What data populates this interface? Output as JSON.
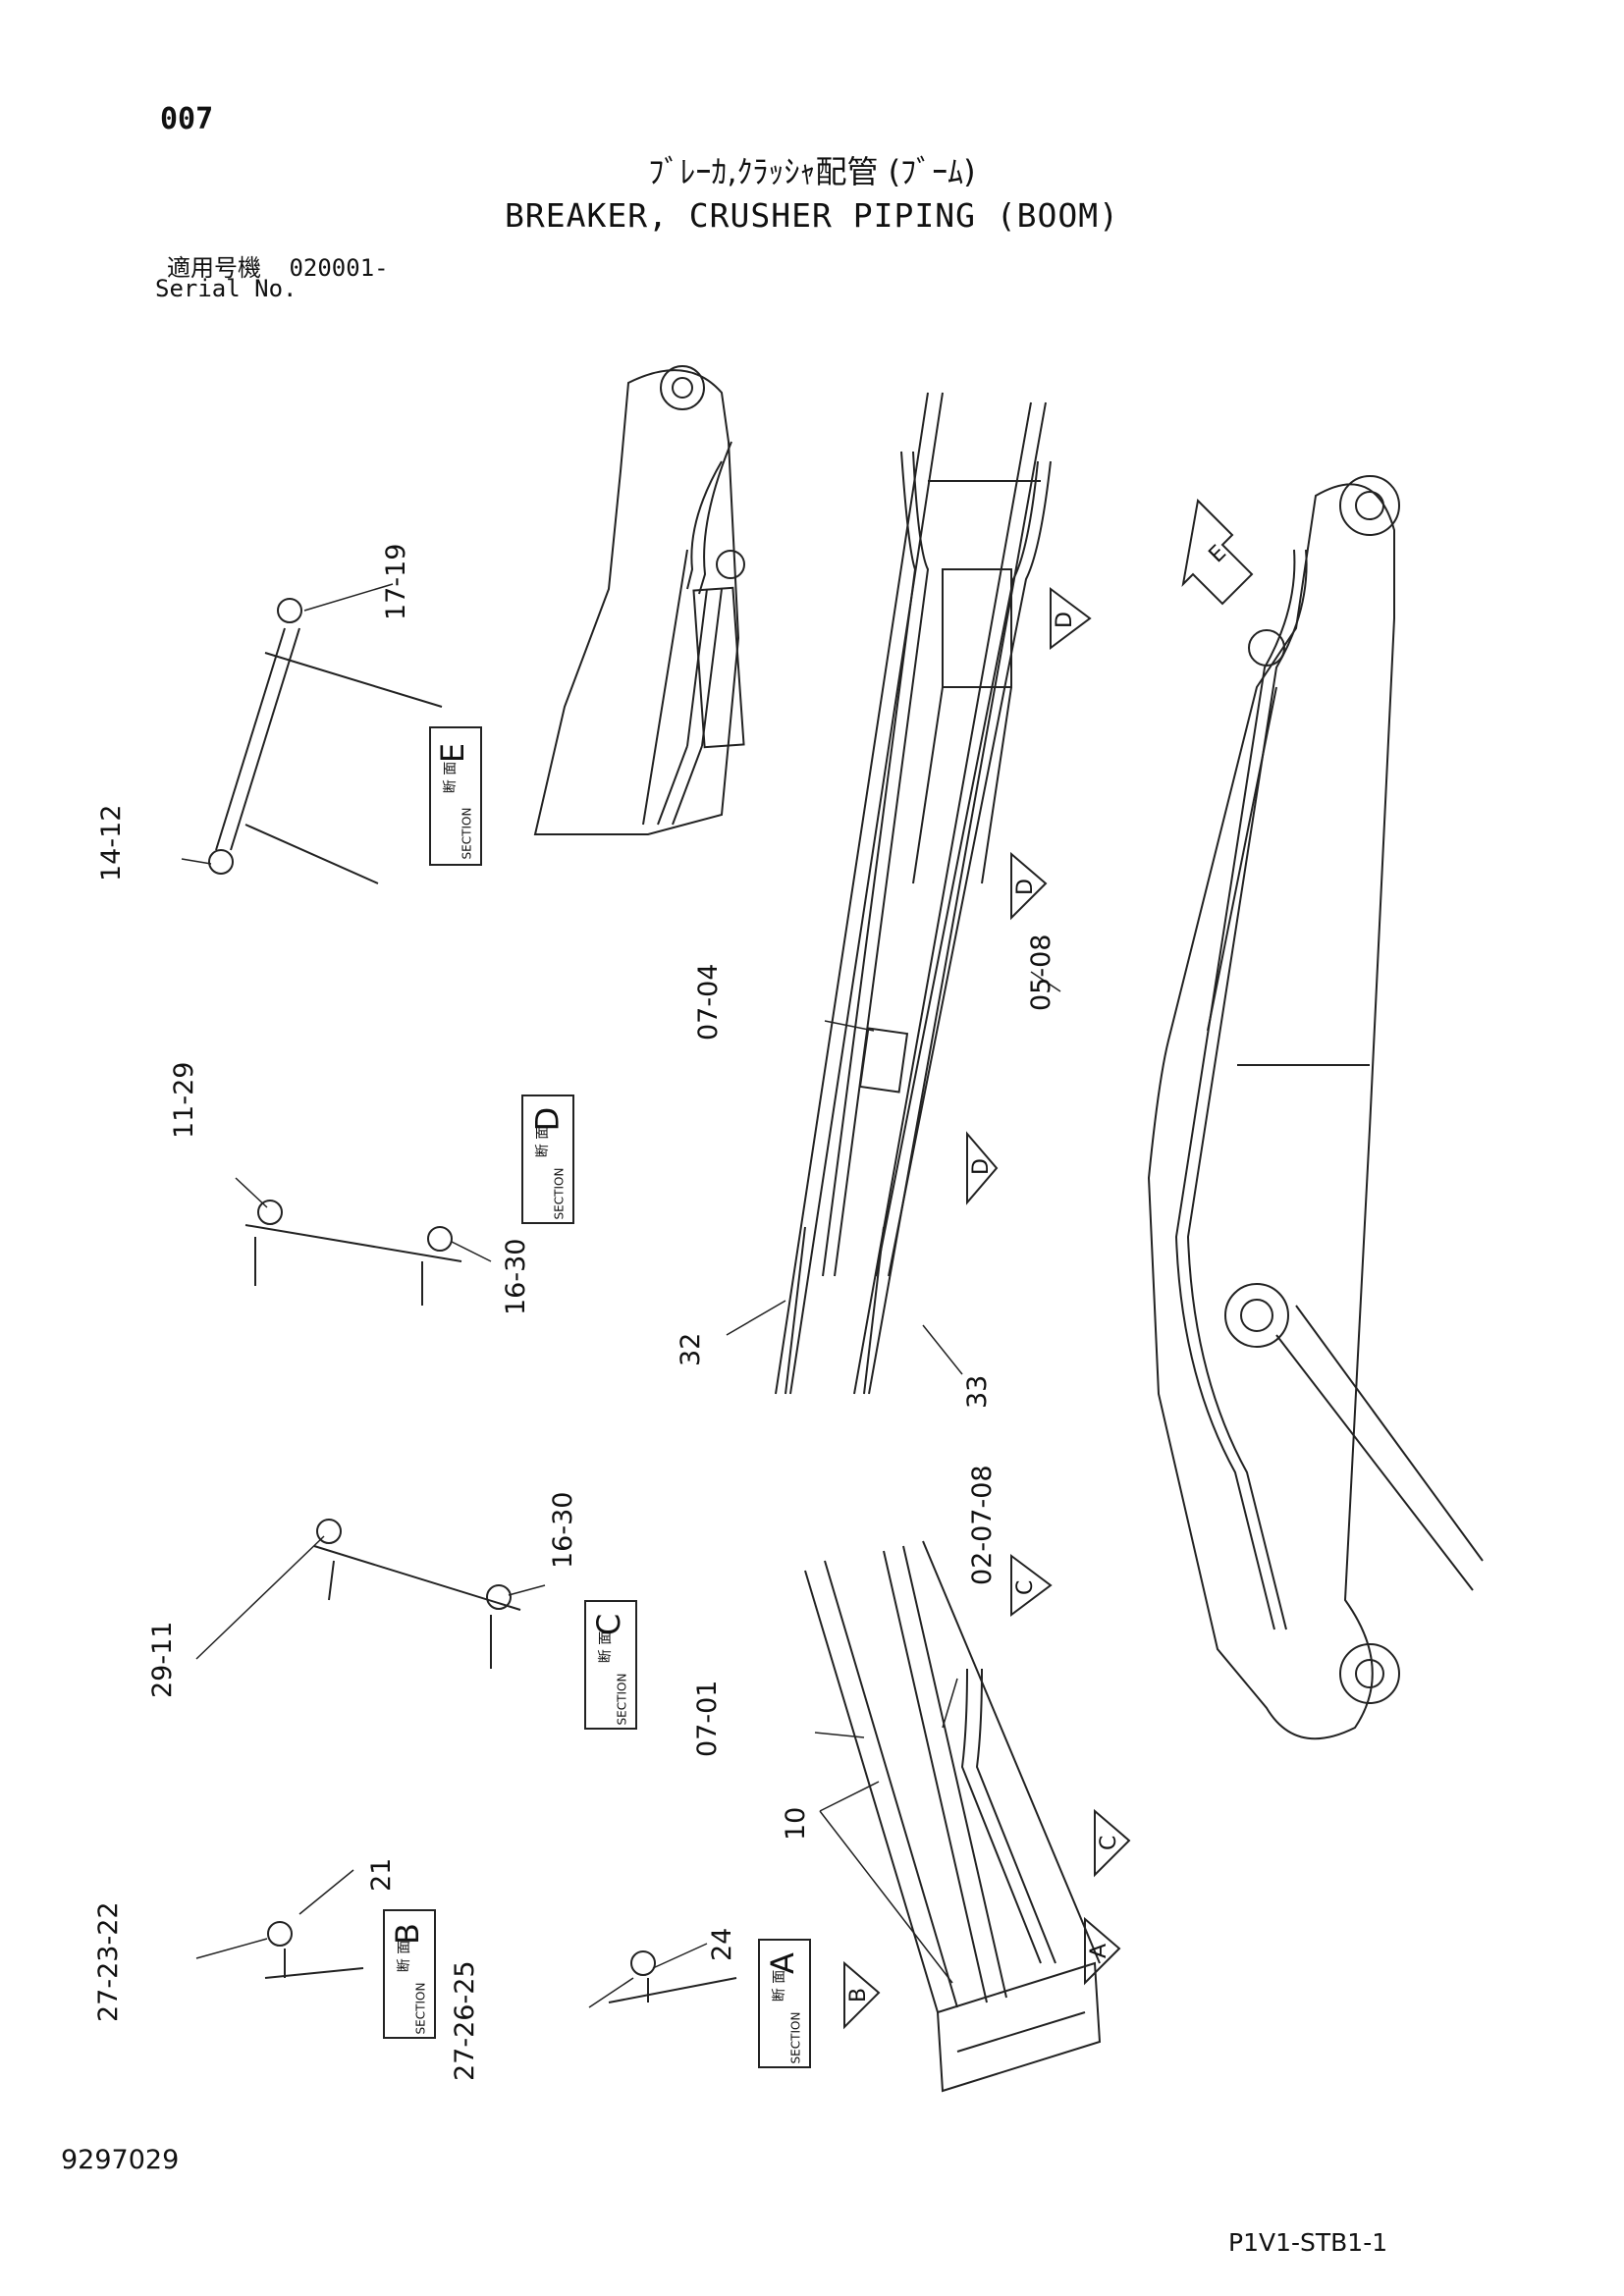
{
  "header": {
    "page_number": "007",
    "title_jp": "ﾌﾞﾚｰｶ,ｸﾗｯｼｬ配管 (ﾌﾞｰﾑ)",
    "title_en": "BREAKER, CRUSHER PIPING (BOOM)",
    "serial_label_jp": "適用号機",
    "serial_value": "020001-",
    "serial_label_en": "Serial No."
  },
  "section_boxes": {
    "kanji": "断 面",
    "word": "SECTION",
    "E": "E",
    "D": "D",
    "C": "C",
    "B": "B",
    "A": "A"
  },
  "view_arrows": [
    "E",
    "D",
    "D",
    "D",
    "C",
    "C",
    "A",
    "B"
  ],
  "callouts": {
    "c17_19": "17-19",
    "c14_12": "14-12",
    "c11_29": "11-29",
    "c16_30_d": "16-30",
    "c16_30_c": "16-30",
    "c29_11": "29-11",
    "c21": "21",
    "c27_23_22": "27-23-22",
    "c24": "24",
    "c27_26_25": "27-26-25",
    "c07_04": "07-04",
    "c05_08": "05-08",
    "c32": "32",
    "c33": "33",
    "c02_07_08": "02-07-08",
    "c07_01": "07-01",
    "c10": "10"
  },
  "footer": {
    "document_number": "9297029",
    "drawing_code": "P1V1-STB1-1"
  }
}
